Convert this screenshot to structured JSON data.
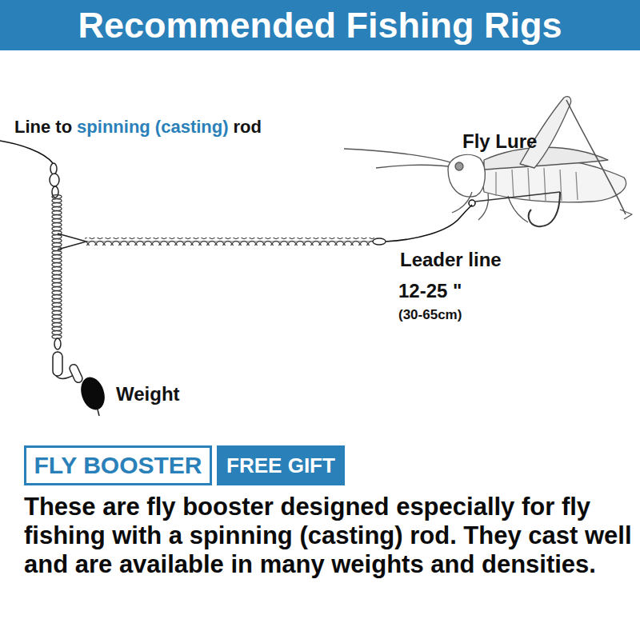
{
  "diagram": {
    "title": "Recommended Fishing Rigs",
    "nodes": [
      {
        "text": [
          "FLY BOOSTER"
        ]
      },
      {
        "text": [
          "FREE GIFT"
        ]
      }
    ],
    "labels": [
      "Line to",
      "spinning (casting)",
      "rod",
      "Fly Lure",
      "Leader line",
      "12-25 \"",
      "(30-65cm)",
      "Weight",
      "These are fly booster designed especially for fly fishing with a spinning (casting) rod. They cast well and are available in many weights and densities."
    ]
  }
}
